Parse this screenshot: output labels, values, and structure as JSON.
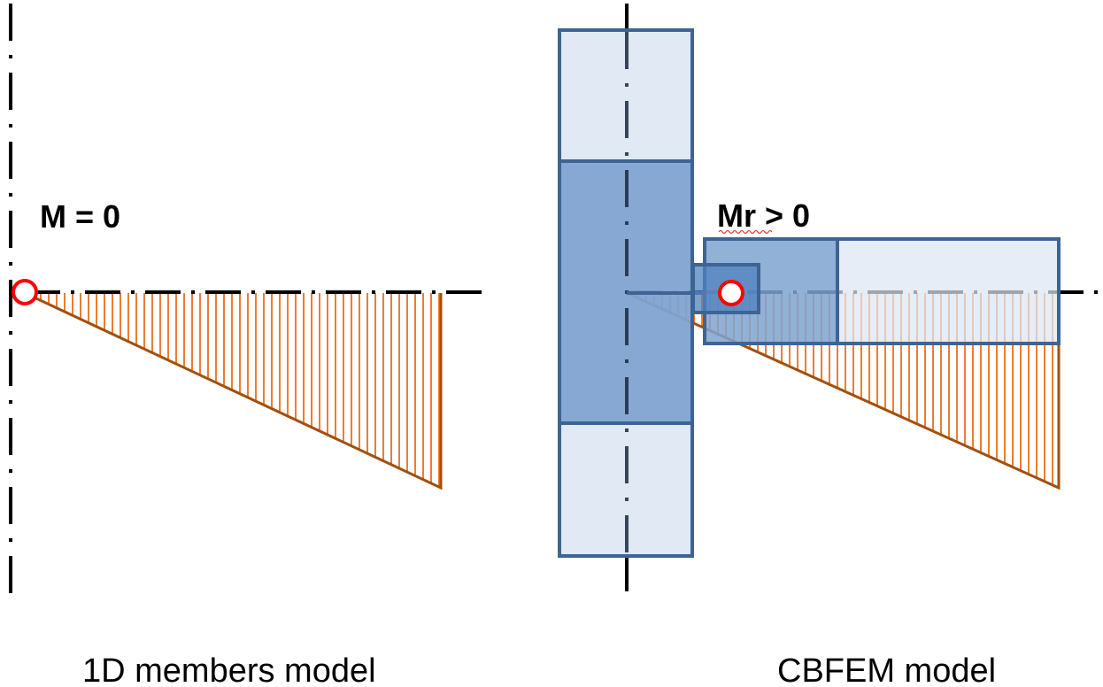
{
  "left_panel": {
    "title": "1D members model",
    "moment_label": "M = 0",
    "hinge": "pinned-joint",
    "moment_at_joint": "zero"
  },
  "right_panel": {
    "title": "CBFEM model",
    "moment_label": "Mr > 0",
    "moment_label_spellcheck_underline": "Mr",
    "hinge": "pinned-joint",
    "moment_at_joint": "residual positive"
  },
  "colors": {
    "moment_fill": "#ed7d31",
    "moment_outline": "#a0500f",
    "member_stroke": "#3d6494",
    "member_dark_fill": "#7ea3d0",
    "member_light_fill": "#dce6f2",
    "hinge_stroke": "#ff0000",
    "axis": "#000000"
  }
}
